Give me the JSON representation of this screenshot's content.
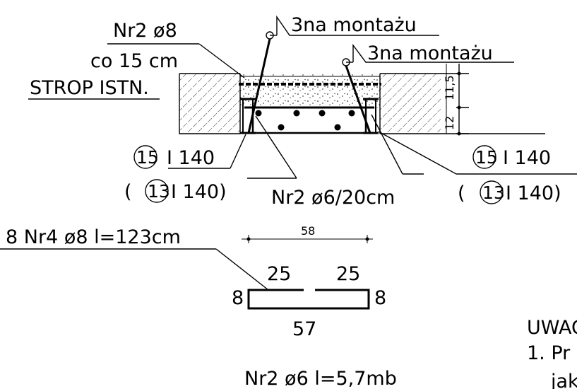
{
  "labels": {
    "rebar_top": "Nr2 ø8",
    "spacing": "co 15 cm",
    "existing_slab": "STROP ISTN.",
    "mounting_1": "3na montażu",
    "mounting_2": "3na montażu",
    "beam_left_num": "15",
    "beam_left_text": "I 140",
    "beam_left_alt_open": "(",
    "beam_left_alt_num": "13",
    "beam_left_alt_text": "I 140)",
    "stirrups": "Nr2 ø6/20cm",
    "beam_right_num": "15",
    "beam_right_text": "I 140",
    "beam_right_alt_open": "(",
    "beam_right_alt_num": "13",
    "beam_right_alt_text": "I 140)",
    "dim_12": "12",
    "dim_11": "11,5",
    "rebar_spec": "8 Nr4 ø8 l=123cm",
    "dim_58": "58",
    "dim_25a": "25",
    "dim_25b": "25",
    "dim_8a": "8",
    "dim_8b": "8",
    "dim_57": "57",
    "rebar_nr2": "Nr2 ø6 l=5,7mb",
    "note_title": "UWAGI",
    "note_1": "1. Pr",
    "note_2": "jak"
  }
}
